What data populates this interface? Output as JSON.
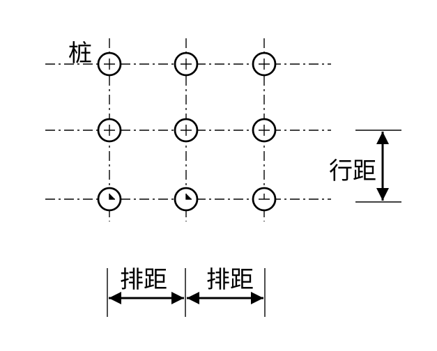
{
  "labels": {
    "pile": "桩",
    "row_spacing": "行距",
    "column_spacing_1": "排距",
    "column_spacing_2": "排距"
  },
  "grid": {
    "columns": 3,
    "rows": 3
  },
  "colors": {
    "stroke": "#000000",
    "background": "#ffffff"
  }
}
